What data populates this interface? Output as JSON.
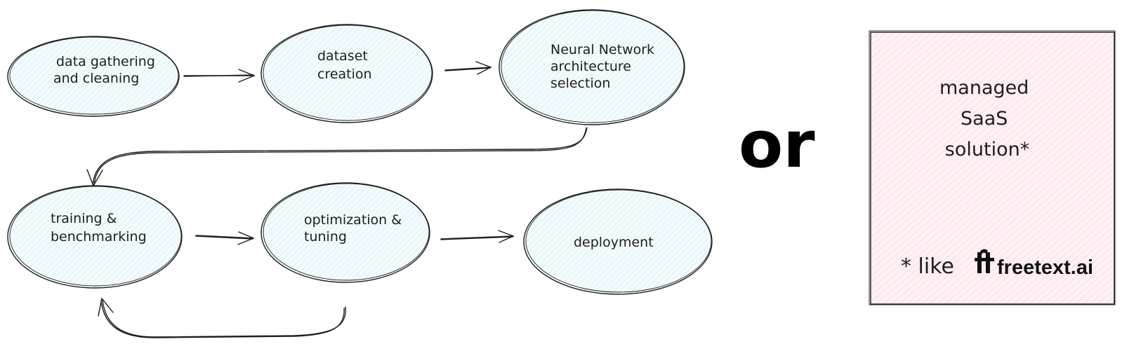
{
  "colors": {
    "stroke": "#1e1e1e",
    "ellipse_fill": "#e3f6fb",
    "box_fill": "#fde4ec"
  },
  "nodes": [
    {
      "id": "data-gathering",
      "lines": [
        "data gathering",
        "and cleaning"
      ]
    },
    {
      "id": "dataset-creation",
      "lines": [
        "dataset",
        "creation"
      ]
    },
    {
      "id": "nn-architecture",
      "lines": [
        "Neural Network",
        "architecture",
        "selection"
      ]
    },
    {
      "id": "training",
      "lines": [
        "training &",
        "benchmarking"
      ]
    },
    {
      "id": "optimization",
      "lines": [
        "optimization &",
        "tuning"
      ]
    },
    {
      "id": "deployment",
      "lines": [
        "deployment"
      ]
    }
  ],
  "separator": "or",
  "box": {
    "lines": [
      "managed",
      "SaaS",
      "solution*"
    ],
    "footnote": "* like",
    "brand_logo_icon": "ft-logo-icon",
    "brand": "freetext.ai"
  }
}
